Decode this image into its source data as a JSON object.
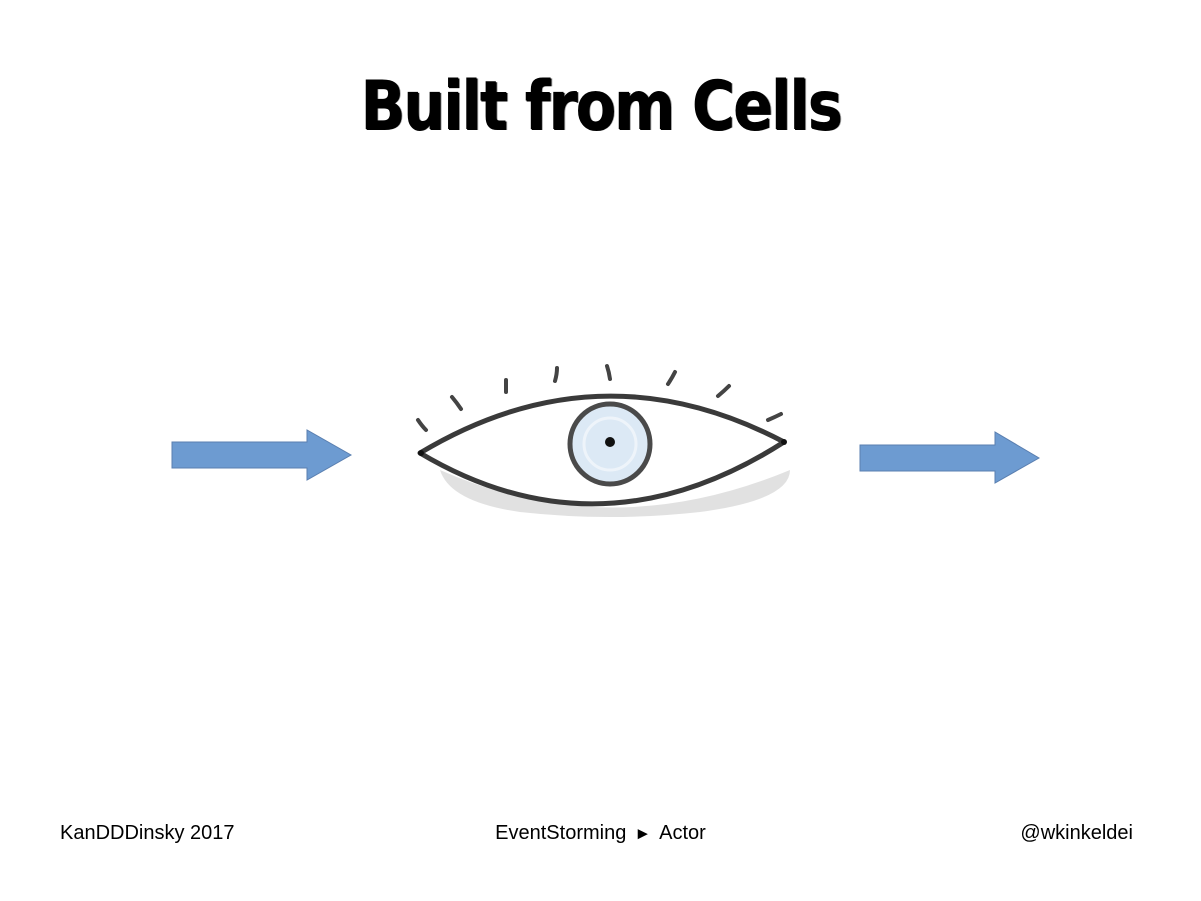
{
  "slide": {
    "title": "Built from Cells"
  },
  "diagram": {
    "input_arrow_icon": "right-arrow",
    "output_arrow_icon": "right-arrow",
    "center_icon": "eye",
    "arrow_color": "#6d9bd1",
    "arrow_stroke": "#5a7fb0",
    "iris_color": "#dce9f5"
  },
  "footer": {
    "left": "KanDDDinsky 2017",
    "center_part1": "EventStorming",
    "center_separator": "►",
    "center_part2": "Actor",
    "right": "@wkinkeldei"
  }
}
